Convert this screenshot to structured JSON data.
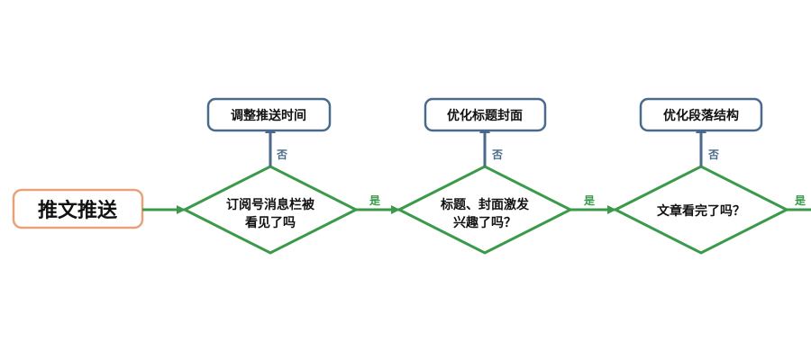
{
  "colors": {
    "green": "#3a9a4a",
    "blue": "#4a6a8c",
    "orange": "#e8a27a",
    "text": "#111111"
  },
  "start": {
    "label": "推文推送"
  },
  "decisions": [
    {
      "line1": "订阅号消息栏被",
      "line2": "看见了吗",
      "yes": "是",
      "no": "否",
      "action": "调整推送时间"
    },
    {
      "line1": "标题、封面激发",
      "line2": "兴趣了吗？",
      "yes": "是",
      "no": "否",
      "action": "优化标题封面"
    },
    {
      "line1": "文章看完了吗？",
      "line2": "",
      "yes": "是",
      "no": "否",
      "action": "优化段落结构"
    }
  ]
}
